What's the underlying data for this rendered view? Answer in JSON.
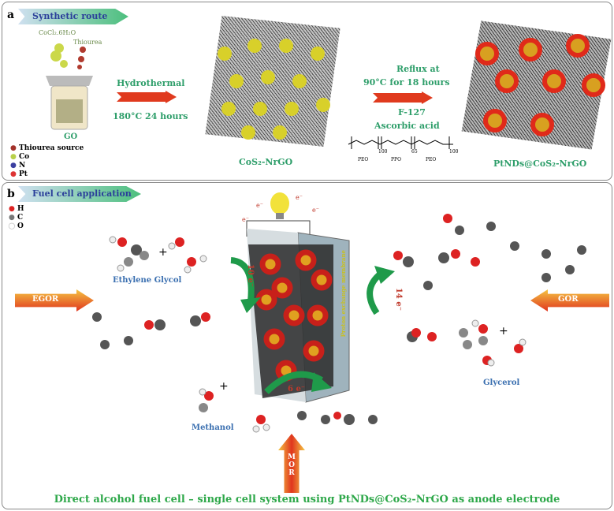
{
  "panel_a": {
    "letter": "a",
    "tag": "Synthetic route",
    "reagent1": "CoCl₂.6H₂O",
    "reagent2": "Thiourea",
    "beaker_label": "GO",
    "legend": [
      "Thiourea source",
      "Co",
      "N",
      "Pt"
    ],
    "step1_top": "Hydrothermal",
    "step1_bottom": "180°C 24 hours",
    "product1": "CoS₂-NrGO",
    "step2_top1": "Reflux at",
    "step2_top2": "90°C for 18 hours",
    "step2_bottom1": "F-127",
    "step2_bottom2": "Ascorbic  acid",
    "polymer": {
      "blocks": [
        "PEO",
        "PPO",
        "PEO"
      ],
      "subscripts": [
        "100",
        "65",
        "100"
      ]
    },
    "product2": "PtNDs@CoS₂-NrGO"
  },
  "panel_b": {
    "letter": "b",
    "tag": "Fuel cell application",
    "legend": [
      "H",
      "C",
      "O"
    ],
    "ethylene_glycol": "Ethylene Glycol",
    "egor": "EGOR",
    "gor": "GOR",
    "glycerol": "Glycerol",
    "methanol": "Methanol",
    "mor": "MOR",
    "electrons": {
      "left": "10 e⁻",
      "right": "14 e⁻",
      "bottom": "6 e⁻",
      "circuit": "e⁻"
    },
    "membrane": "Proton exchange membrane",
    "plus": "+",
    "caption": "Direct alcohol fuel cell – single cell system using PtNDs@CoS₂-NrGO as anode electrode"
  },
  "colors": {
    "green_text": "#2e9e6a",
    "blue_text": "#3a6fb0",
    "arrow_red": "#e03a1e",
    "arrow_green": "#1f9a4a"
  }
}
